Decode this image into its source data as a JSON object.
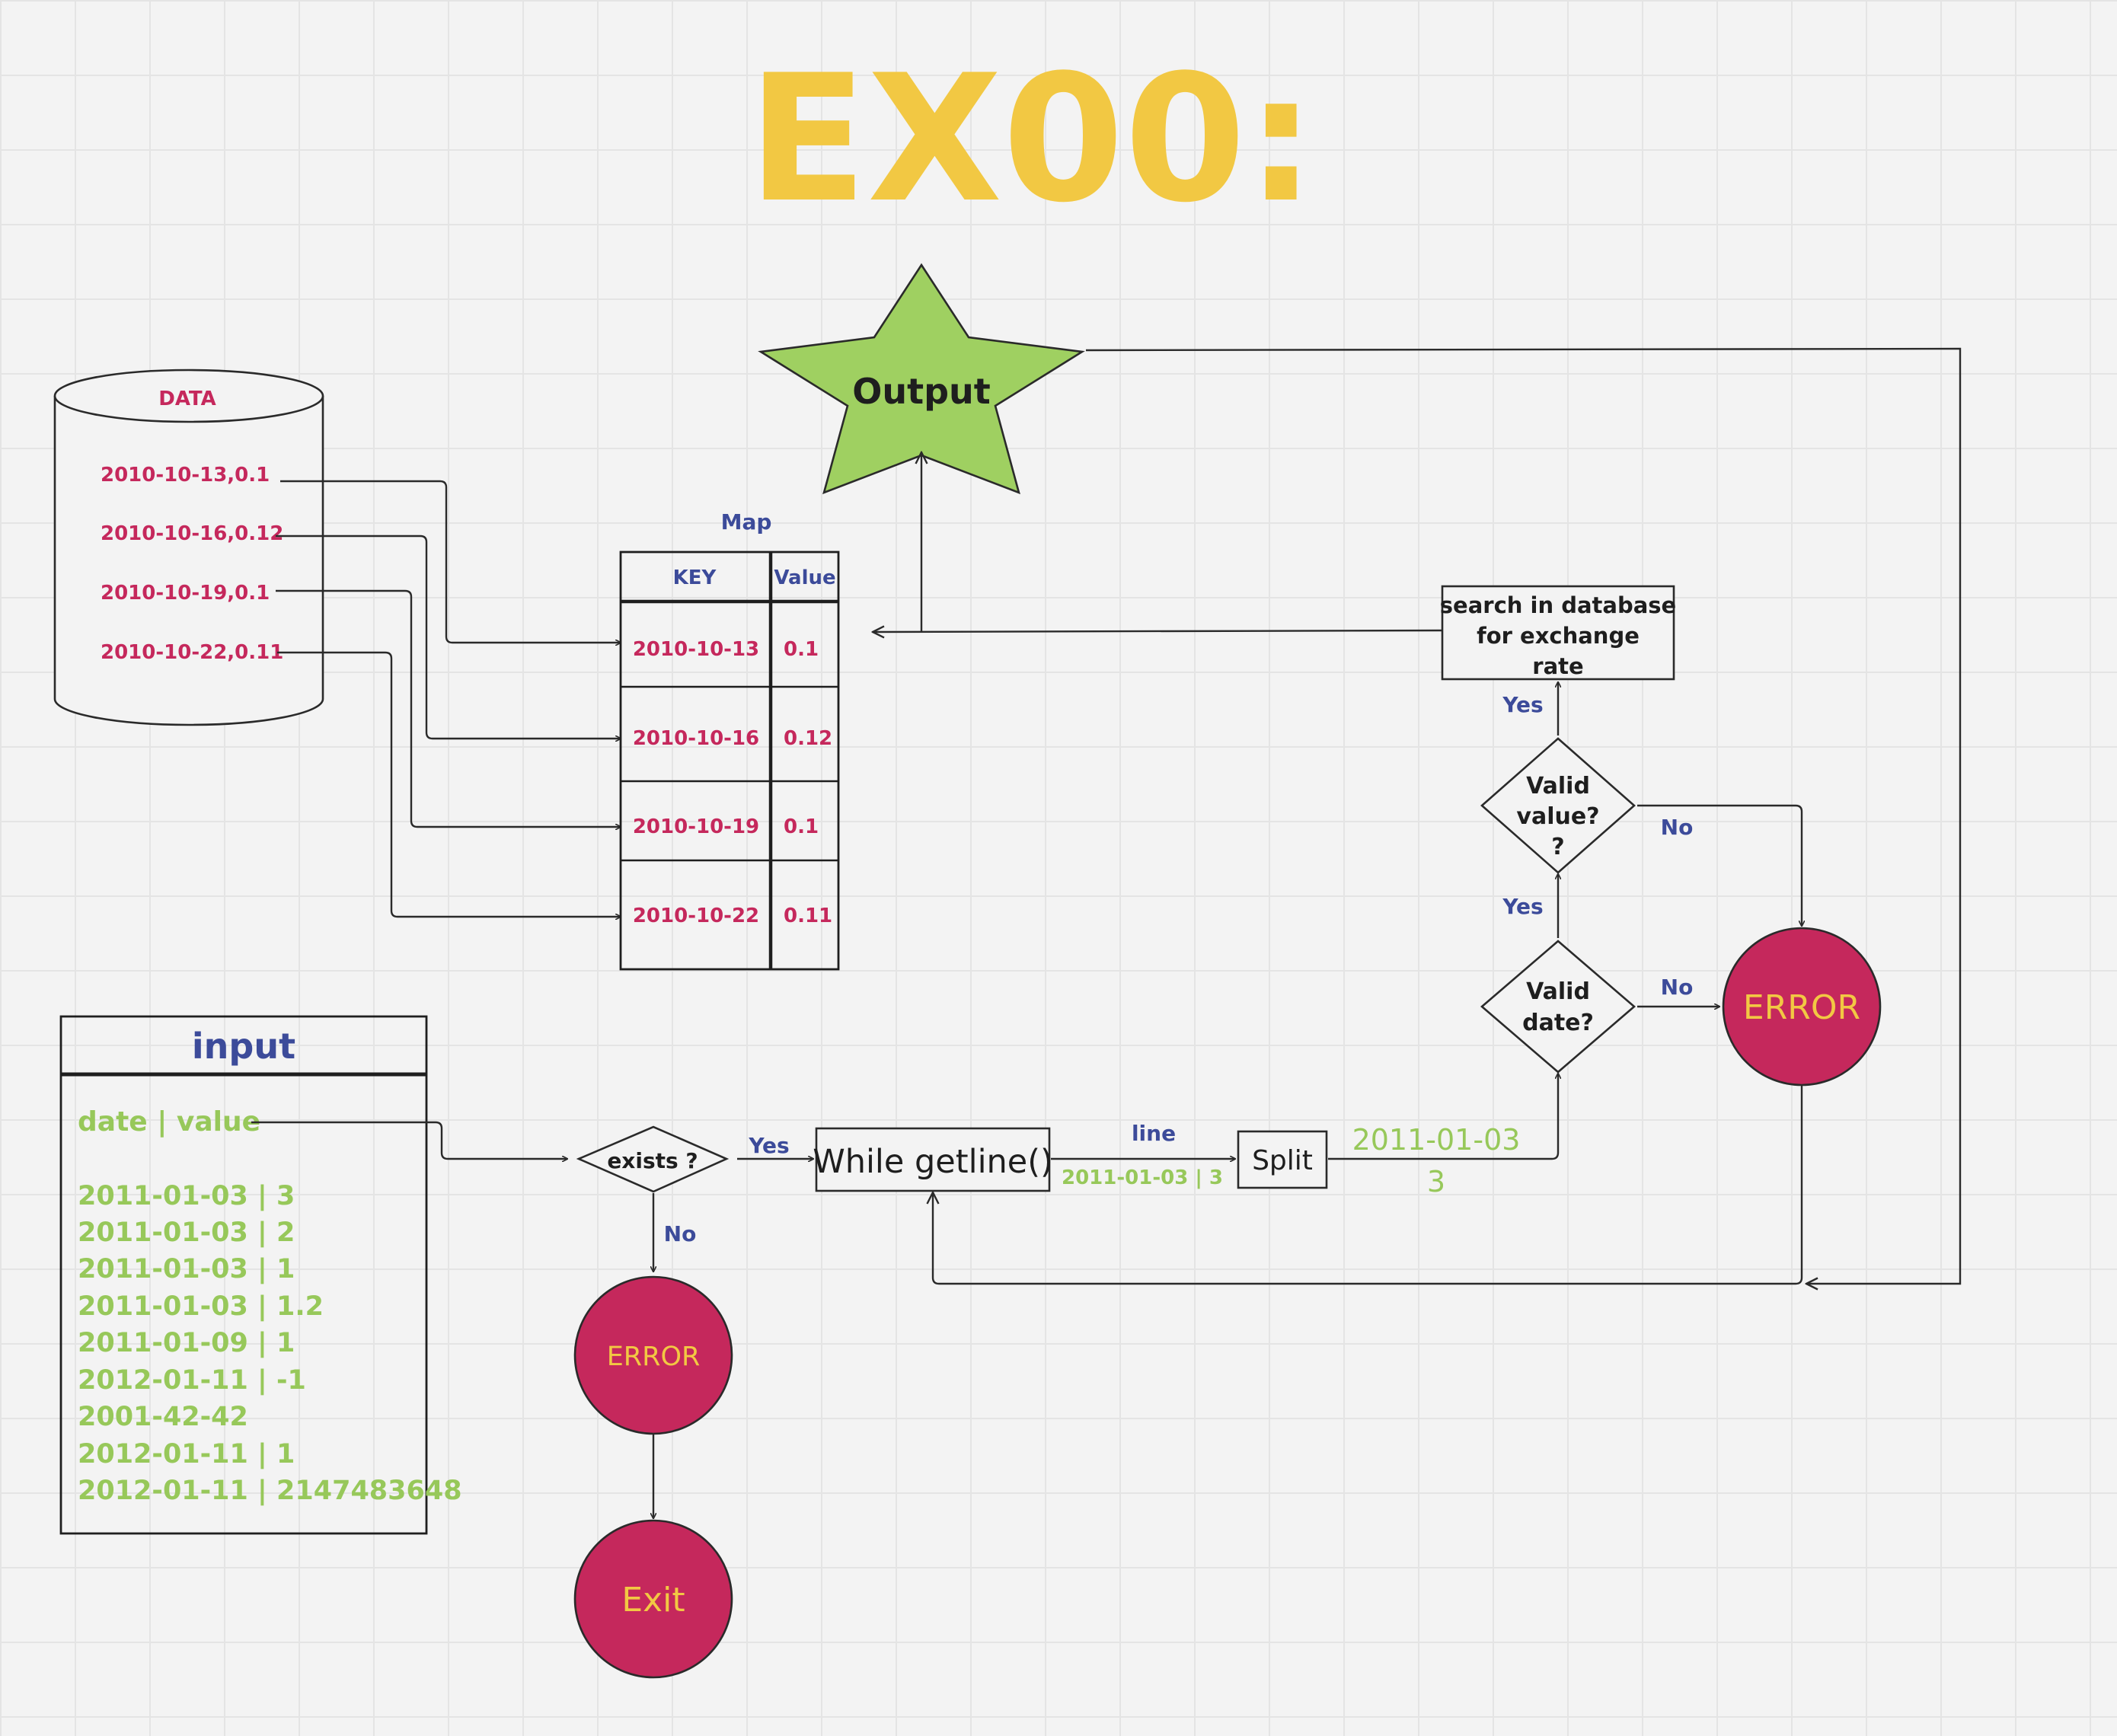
{
  "title": "EX00:",
  "colors": {
    "title": "#f2c843",
    "label_pink": "#c5285c",
    "label_blue": "#3c4b9a",
    "input_green": "#97c85a",
    "star_fill": "#9fd061",
    "error_fill": "#c5285c",
    "error_text": "#f2c843"
  },
  "database": {
    "label": "DATA",
    "rows": [
      "2010-10-13,0.1",
      "2010-10-16,0.12",
      "2010-10-19,0.1",
      "2010-10-22,0.11"
    ]
  },
  "map": {
    "label": "Map",
    "header_key": "KEY",
    "header_value": "Value",
    "rows": [
      {
        "key": "2010-10-13",
        "value": "0.1"
      },
      {
        "key": "2010-10-16",
        "value": "0.12"
      },
      {
        "key": "2010-10-19",
        "value": "0.1"
      },
      {
        "key": "2010-10-22",
        "value": "0.11"
      }
    ]
  },
  "output": {
    "label": "Output"
  },
  "input_file": {
    "title": "input",
    "header": "date | value",
    "lines": [
      "2011-01-03 | 3",
      "2011-01-03 | 2",
      "2011-01-03 | 1",
      "2011-01-03 | 1.2",
      "2011-01-09 | 1",
      "2012-01-11 | -1",
      "2001-42-42",
      "2012-01-11 | 1",
      "2012-01-11 | 2147483648"
    ]
  },
  "flow": {
    "exists": "exists ?",
    "exists_yes": "Yes",
    "exists_no": "No",
    "error_exists": "ERROR",
    "exit": "Exit",
    "while": "While getline()",
    "line_label": "line",
    "line_example": "2011-01-03 | 3",
    "split": "Split",
    "split_date": "2011-01-03",
    "split_value": "3",
    "valid_date_line1": "Valid",
    "valid_date_line2": "date?",
    "valid_date_yes": "Yes",
    "valid_date_no": "No",
    "valid_value_line1": "Valid",
    "valid_value_line2": "value?",
    "valid_value_line3": "?",
    "valid_value_yes": "Yes",
    "valid_value_no": "No",
    "error_validation": "ERROR",
    "search_line1": "search in database",
    "search_line2": "for exchange",
    "search_line3": "rate"
  }
}
